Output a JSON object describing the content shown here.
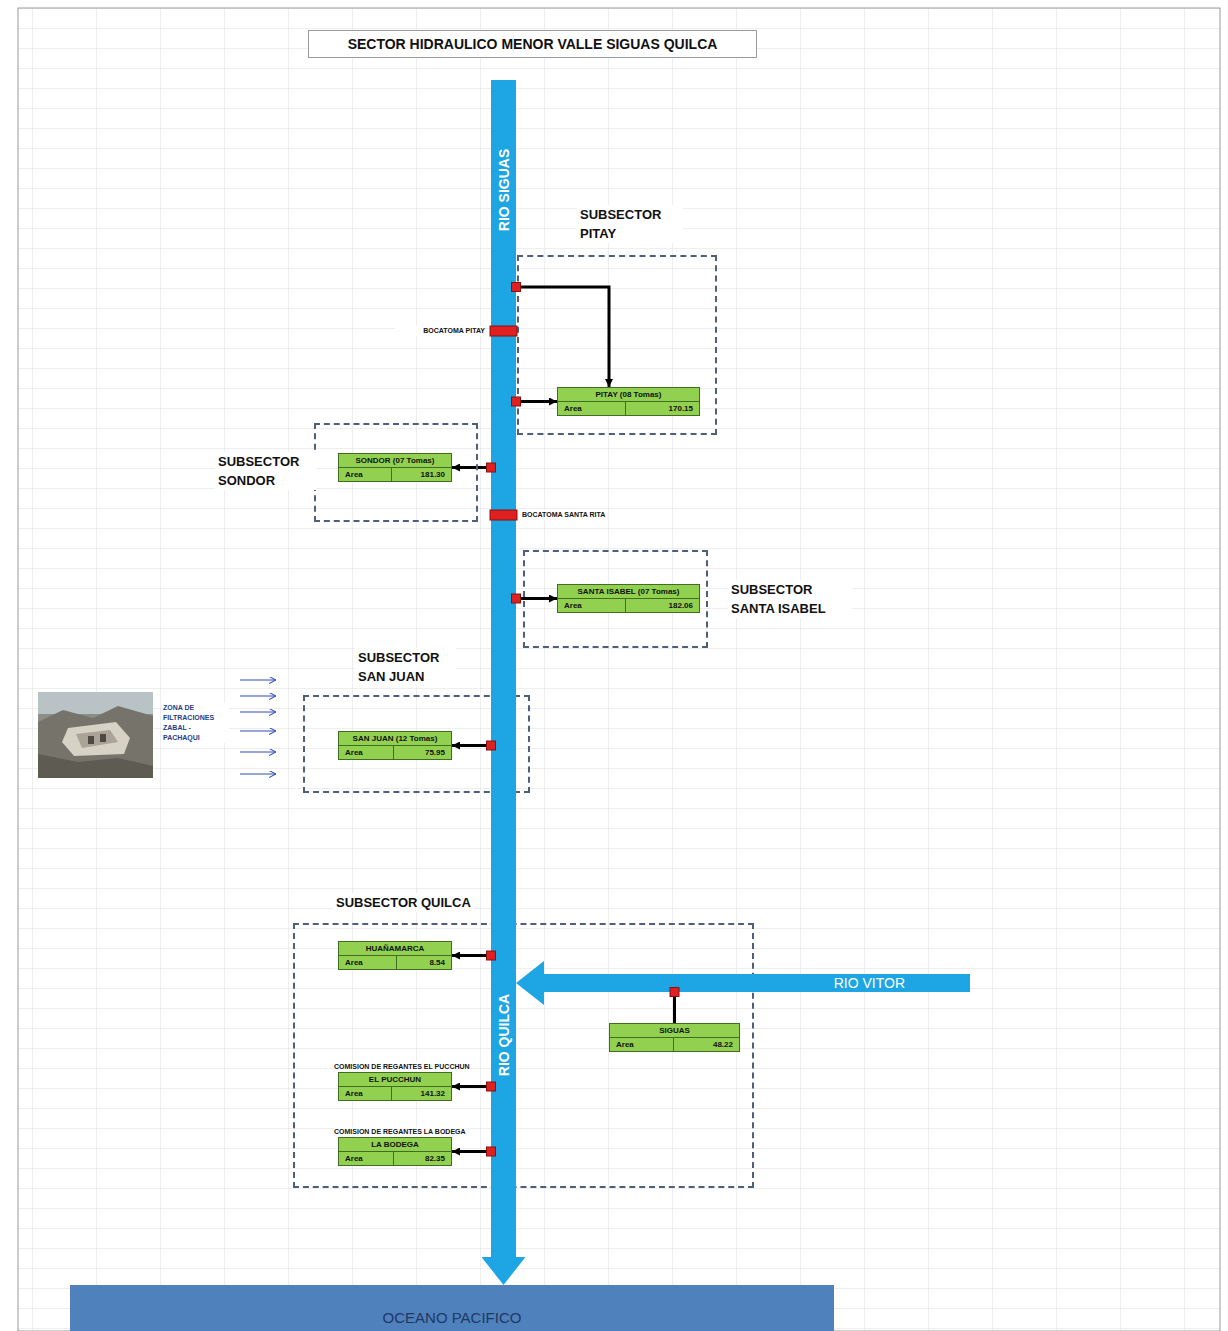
{
  "diagram": {
    "title": "SECTOR HIDRAULICO MENOR VALLE SIGUAS QUILCA",
    "nodes": [
      {
        "text": [
          "RIO SIGUAS",
          "RIO QUILCA"
        ]
      },
      {
        "text": [
          "SUBSECTOR PITAY"
        ]
      },
      {
        "text": [
          "PITAY (08 Tomas)",
          "Area",
          "170.15"
        ],
        "in": 1
      },
      {
        "text": [
          "SUBSECTOR SONDOR"
        ]
      },
      {
        "text": [
          "SONDOR (07 Tomas)",
          "Area",
          "181.30"
        ],
        "in": 3
      },
      {
        "text": [
          "SUBSECTOR SANTA ISABEL"
        ]
      },
      {
        "text": [
          "SANTA ISABEL (07 Tomas)",
          "Area",
          "182.06"
        ],
        "in": 5
      },
      {
        "text": [
          "SUBSECTOR SAN JUAN"
        ]
      },
      {
        "text": [
          "SAN JUAN (12 Tomas)",
          "Area",
          "75.95"
        ],
        "in": 7
      },
      {
        "text": [
          "SUBSECTOR QUILCA"
        ]
      },
      {
        "text": [
          "HUAÑAMARCA",
          "Area",
          "8.54"
        ],
        "in": 9
      },
      {
        "text": [
          "RIO VITOR"
        ]
      },
      {
        "text": [
          "SIGUAS",
          "Area",
          "48.22"
        ],
        "in": 9
      },
      {
        "text": [
          "COMISION DE REGANTES EL PUCCHUN",
          "EL PUCCHUN",
          "Area",
          "141.32"
        ],
        "in": 9
      },
      {
        "text": [
          "COMISION DE REGANTES LA BODEGA",
          "LA BODEGA",
          "Area",
          "82.35"
        ],
        "in": 9
      },
      {
        "text": [
          "OCEANO PACIFICO"
        ]
      }
    ],
    "edges": [
      {
        "from": 0,
        "to": 2,
        "arrow": "to"
      },
      {
        "from": 0,
        "to": 2,
        "arrow": "to"
      },
      {
        "from": 0,
        "to": 4,
        "arrow": "to"
      },
      {
        "from": 0,
        "to": 6,
        "arrow": "to"
      },
      {
        "from": 0,
        "to": 8,
        "arrow": "to"
      },
      {
        "from": 0,
        "to": 10,
        "arrow": "to"
      },
      {
        "from": 11,
        "to": 0,
        "arrow": "to"
      },
      {
        "from": 11,
        "to": 12,
        "arrow": "none"
      },
      {
        "from": 0,
        "to": 13,
        "arrow": "to"
      },
      {
        "from": 0,
        "to": 14,
        "arrow": "to"
      },
      {
        "from": 0,
        "to": 15,
        "arrow": "to"
      }
    ],
    "labels": [
      "BOCATOMA PITAY",
      "BOCATOMA SANTA RITA",
      "ZONA DE FILTRACIONES ZABAL - PACHAQUI"
    ]
  }
}
